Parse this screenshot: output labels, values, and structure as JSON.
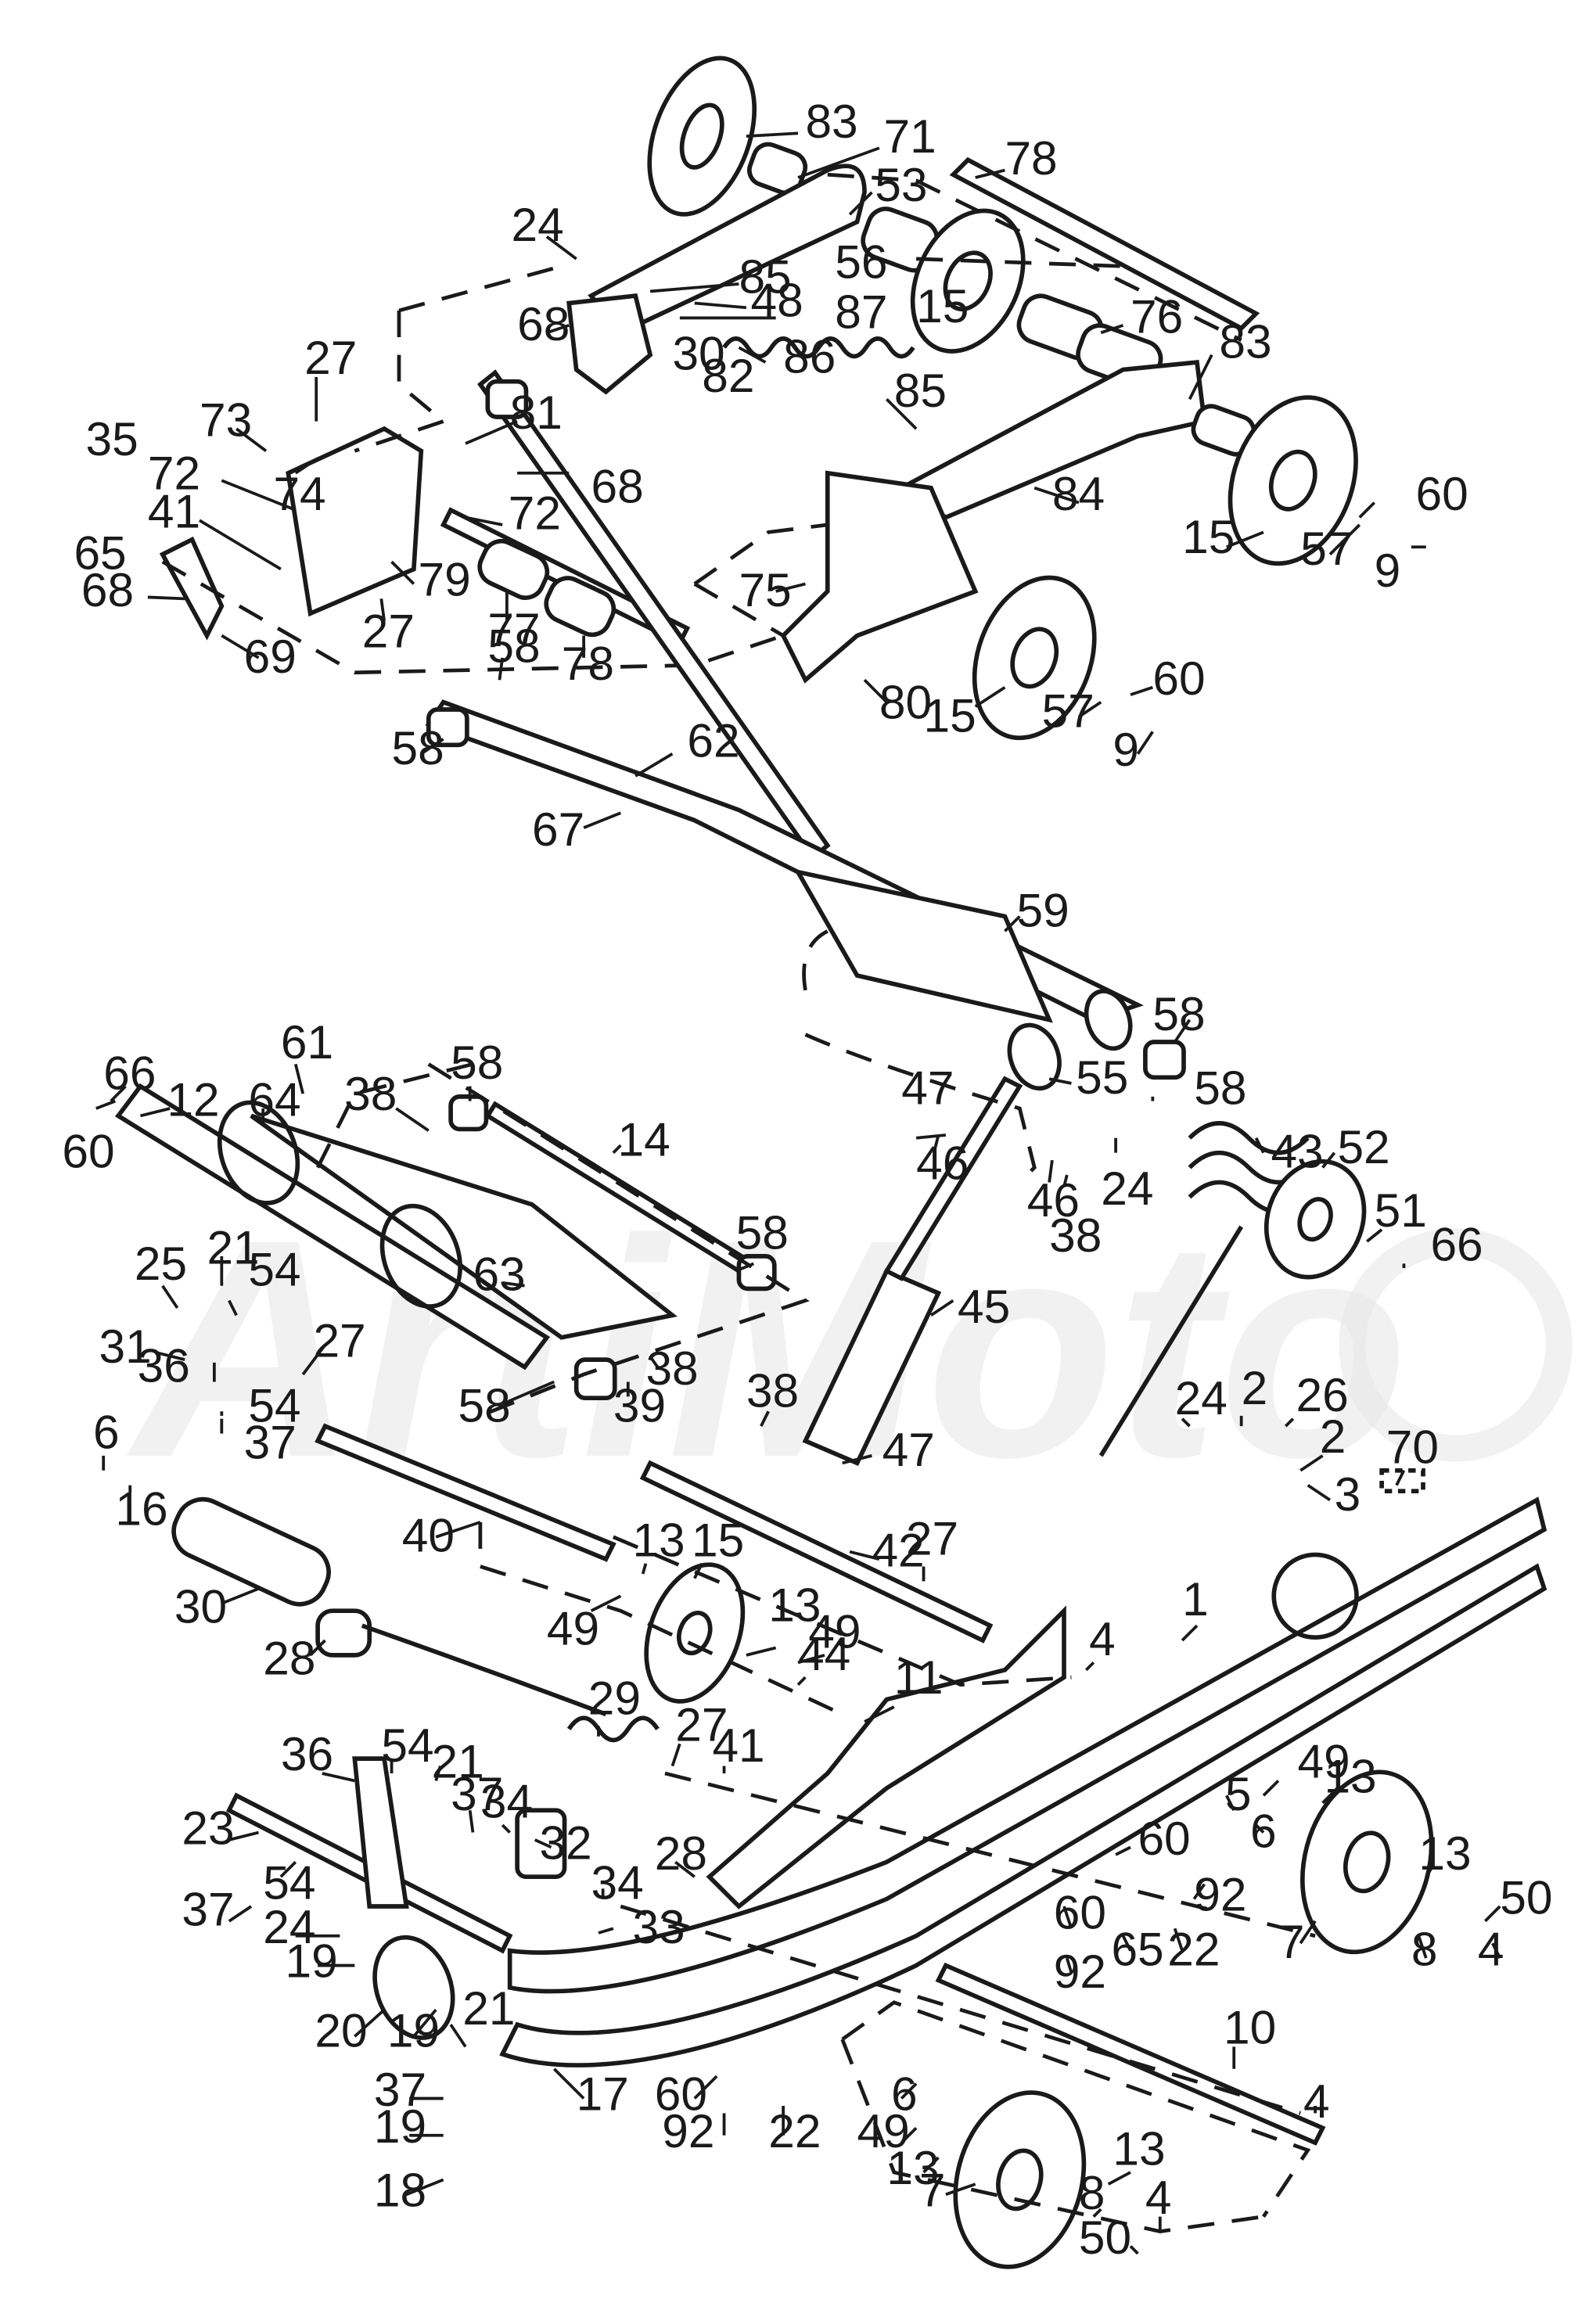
{
  "part_labels": [
    {
      "id": "p83a",
      "text": "83"
    },
    {
      "id": "p71",
      "text": "71"
    },
    {
      "id": "p78a",
      "text": "78"
    },
    {
      "id": "p53",
      "text": "53"
    },
    {
      "id": "p24a",
      "text": "24"
    },
    {
      "id": "p85a",
      "text": "85"
    },
    {
      "id": "p56",
      "text": "56"
    },
    {
      "id": "p48",
      "text": "48"
    },
    {
      "id": "p87",
      "text": "87"
    },
    {
      "id": "p68a",
      "text": "68"
    },
    {
      "id": "p15a",
      "text": "15"
    },
    {
      "id": "p76",
      "text": "76"
    },
    {
      "id": "p83b",
      "text": "83"
    },
    {
      "id": "p86",
      "text": "86"
    },
    {
      "id": "p27a",
      "text": "27"
    },
    {
      "id": "p30a",
      "text": "30"
    },
    {
      "id": "p82",
      "text": "82"
    },
    {
      "id": "p85b",
      "text": "85"
    },
    {
      "id": "p35",
      "text": "35"
    },
    {
      "id": "p73",
      "text": "73"
    },
    {
      "id": "p81",
      "text": "81"
    },
    {
      "id": "p68b",
      "text": "68"
    },
    {
      "id": "p84",
      "text": "84"
    },
    {
      "id": "p60a",
      "text": "60"
    },
    {
      "id": "p72a",
      "text": "72"
    },
    {
      "id": "p74",
      "text": "74"
    },
    {
      "id": "p72b",
      "text": "72"
    },
    {
      "id": "p15b",
      "text": "15"
    },
    {
      "id": "p57a",
      "text": "57"
    },
    {
      "id": "p41a",
      "text": "41"
    },
    {
      "id": "p65a",
      "text": "65"
    },
    {
      "id": "p9a",
      "text": "9"
    },
    {
      "id": "p68c",
      "text": "68"
    },
    {
      "id": "p79",
      "text": "79"
    },
    {
      "id": "p75",
      "text": "75"
    },
    {
      "id": "p27b",
      "text": "27"
    },
    {
      "id": "p77",
      "text": "77"
    },
    {
      "id": "p69",
      "text": "69"
    },
    {
      "id": "p78b",
      "text": "78"
    },
    {
      "id": "p60b",
      "text": "60"
    },
    {
      "id": "p58a",
      "text": "58"
    },
    {
      "id": "p15c",
      "text": "15"
    },
    {
      "id": "p57b",
      "text": "57"
    },
    {
      "id": "p80",
      "text": "80"
    },
    {
      "id": "p9b",
      "text": "9"
    },
    {
      "id": "p58b",
      "text": "58"
    },
    {
      "id": "p62",
      "text": "62"
    },
    {
      "id": "p67",
      "text": "67"
    },
    {
      "id": "p59",
      "text": "59"
    },
    {
      "id": "p58c",
      "text": "58"
    },
    {
      "id": "p61",
      "text": "61"
    },
    {
      "id": "p58d",
      "text": "58"
    },
    {
      "id": "p55",
      "text": "55"
    },
    {
      "id": "p66a",
      "text": "66"
    },
    {
      "id": "p12",
      "text": "12"
    },
    {
      "id": "p64",
      "text": "64"
    },
    {
      "id": "p38a",
      "text": "38"
    },
    {
      "id": "p47a",
      "text": "47"
    },
    {
      "id": "p58e",
      "text": "58"
    },
    {
      "id": "p43",
      "text": "43"
    },
    {
      "id": "p60c",
      "text": "60"
    },
    {
      "id": "p14",
      "text": "14"
    },
    {
      "id": "p46a",
      "text": "46"
    },
    {
      "id": "p24b",
      "text": "24"
    },
    {
      "id": "p52",
      "text": "52"
    },
    {
      "id": "p46b",
      "text": "46"
    },
    {
      "id": "p38b",
      "text": "38"
    },
    {
      "id": "p58f",
      "text": "58"
    },
    {
      "id": "p51",
      "text": "51"
    },
    {
      "id": "p66b",
      "text": "66"
    },
    {
      "id": "p21a",
      "text": "21"
    },
    {
      "id": "p25",
      "text": "25"
    },
    {
      "id": "p54a",
      "text": "54"
    },
    {
      "id": "p63",
      "text": "63"
    },
    {
      "id": "p45",
      "text": "45"
    },
    {
      "id": "p31",
      "text": "31"
    },
    {
      "id": "p27c",
      "text": "27"
    },
    {
      "id": "p36a",
      "text": "36"
    },
    {
      "id": "p38c",
      "text": "38"
    },
    {
      "id": "p54b",
      "text": "54"
    },
    {
      "id": "p58g",
      "text": "58"
    },
    {
      "id": "p39",
      "text": "39"
    },
    {
      "id": "p37a",
      "text": "37"
    },
    {
      "id": "p38d",
      "text": "38"
    },
    {
      "id": "p24c",
      "text": "24"
    },
    {
      "id": "p2a",
      "text": "2"
    },
    {
      "id": "p26",
      "text": "26"
    },
    {
      "id": "p6a",
      "text": "6"
    },
    {
      "id": "p47b",
      "text": "47"
    },
    {
      "id": "p2b",
      "text": "2"
    },
    {
      "id": "p70",
      "text": "70"
    },
    {
      "id": "p16",
      "text": "16"
    },
    {
      "id": "p3",
      "text": "3"
    },
    {
      "id": "p40",
      "text": "40"
    },
    {
      "id": "p42",
      "text": "42"
    },
    {
      "id": "p13a",
      "text": "13"
    },
    {
      "id": "p15d",
      "text": "15"
    },
    {
      "id": "p27d",
      "text": "27"
    },
    {
      "id": "p30b",
      "text": "30"
    },
    {
      "id": "p49a",
      "text": "49"
    },
    {
      "id": "p1",
      "text": "1"
    },
    {
      "id": "p13b",
      "text": "13"
    },
    {
      "id": "p49b",
      "text": "49"
    },
    {
      "id": "p4a",
      "text": "4"
    },
    {
      "id": "p44",
      "text": "44"
    },
    {
      "id": "p28a",
      "text": "28"
    },
    {
      "id": "p11",
      "text": "11"
    },
    {
      "id": "p29",
      "text": "29"
    },
    {
      "id": "p27e",
      "text": "27"
    },
    {
      "id": "p21b",
      "text": "21"
    },
    {
      "id": "p41b",
      "text": "41"
    },
    {
      "id": "p49c",
      "text": "49"
    },
    {
      "id": "p36b",
      "text": "36"
    },
    {
      "id": "p54c",
      "text": "54"
    },
    {
      "id": "p5",
      "text": "5"
    },
    {
      "id": "p13c",
      "text": "13"
    },
    {
      "id": "p6b",
      "text": "6"
    },
    {
      "id": "p37b",
      "text": "37"
    },
    {
      "id": "p34a",
      "text": "34"
    },
    {
      "id": "p23",
      "text": "23"
    },
    {
      "id": "p32",
      "text": "32"
    },
    {
      "id": "p28b",
      "text": "28"
    },
    {
      "id": "p60d",
      "text": "60"
    },
    {
      "id": "p13d",
      "text": "13"
    },
    {
      "id": "p34b",
      "text": "34"
    },
    {
      "id": "p50a",
      "text": "50"
    },
    {
      "id": "p54d",
      "text": "54"
    },
    {
      "id": "p92a",
      "text": "92"
    },
    {
      "id": "p37c",
      "text": "37"
    },
    {
      "id": "p33",
      "text": "33"
    },
    {
      "id": "p60e",
      "text": "60"
    },
    {
      "id": "p24d",
      "text": "24"
    },
    {
      "id": "p7a",
      "text": "7"
    },
    {
      "id": "p8a",
      "text": "8"
    },
    {
      "id": "p4b",
      "text": "4"
    },
    {
      "id": "p65b",
      "text": "65"
    },
    {
      "id": "p22a",
      "text": "22"
    },
    {
      "id": "p19a",
      "text": "19"
    },
    {
      "id": "p92b",
      "text": "92"
    },
    {
      "id": "p20",
      "text": "20"
    },
    {
      "id": "p19b",
      "text": "19"
    },
    {
      "id": "p21c",
      "text": "21"
    },
    {
      "id": "p10",
      "text": "10"
    },
    {
      "id": "p17",
      "text": "17"
    },
    {
      "id": "p60f",
      "text": "60"
    },
    {
      "id": "p37d",
      "text": "37"
    },
    {
      "id": "p6c",
      "text": "6"
    },
    {
      "id": "p4c",
      "text": "4"
    },
    {
      "id": "p49d",
      "text": "49"
    },
    {
      "id": "p92c",
      "text": "92"
    },
    {
      "id": "p22b",
      "text": "22"
    },
    {
      "id": "p19c",
      "text": "19"
    },
    {
      "id": "p13e",
      "text": "13"
    },
    {
      "id": "p13f",
      "text": "13"
    },
    {
      "id": "p18",
      "text": "18"
    },
    {
      "id": "p7b",
      "text": "7"
    },
    {
      "id": "p8b",
      "text": "8"
    },
    {
      "id": "p4d",
      "text": "4"
    },
    {
      "id": "p50b",
      "text": "50"
    }
  ]
}
